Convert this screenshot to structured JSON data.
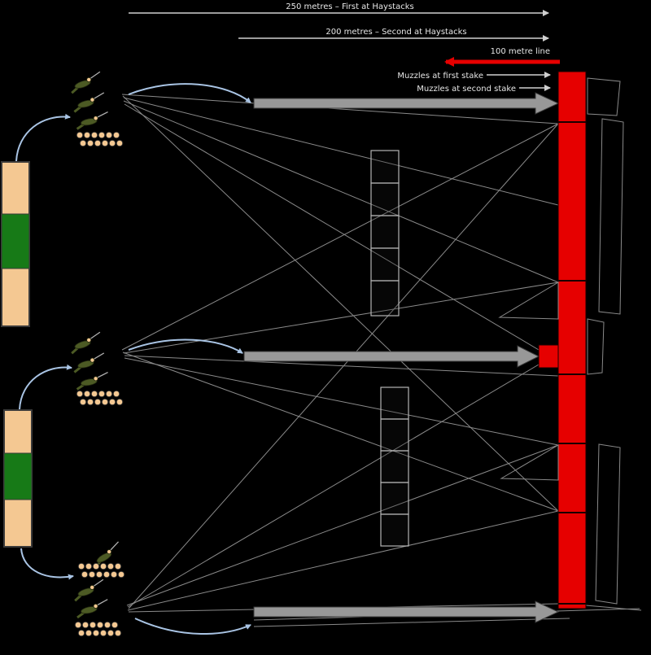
{
  "labels": {
    "arrow_250": "250 metres – First at Haystacks",
    "arrow_200": "200 metres – Second at Haystacks",
    "line_100": "100  metre line",
    "muzzles_first": "Muzzles at first stake",
    "muzzles_second": "Muzzles at second stake"
  },
  "colors": {
    "red": "#e60000",
    "tan": "#f4c892",
    "green": "#177a17",
    "blue": "#a9c4e4",
    "gray": "#8a8a8a",
    "lightgray": "#cfcfcf",
    "arrowgray": "#989898",
    "framegray": "#b5b5b5",
    "olive": "#4c5a24",
    "text": "#e6e6e6",
    "background": "#000000"
  }
}
